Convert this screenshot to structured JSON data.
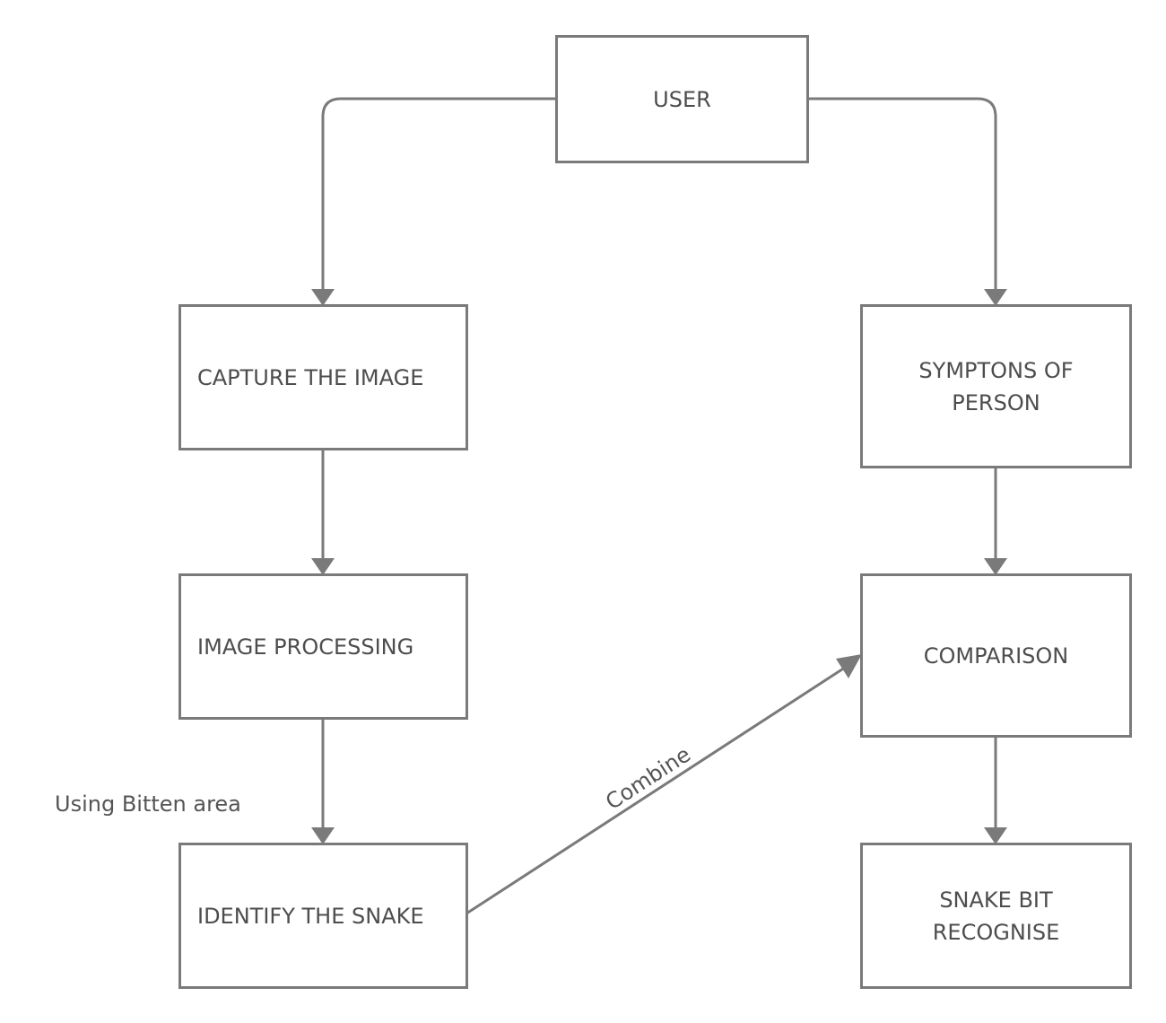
{
  "diagram": {
    "nodes": {
      "user": "USER",
      "capture": "CAPTURE THE IMAGE",
      "processing": "IMAGE PROCESSING",
      "identify": "IDENTIFY THE SNAKE",
      "symptoms": "SYMPTONS OF\n PERSON",
      "comparison": "COMPARISON",
      "recognise": "SNAKE BIT\nRECOGNISE"
    },
    "labels": {
      "bitten_area": "Using Bitten area",
      "combine": "Combine"
    },
    "edges": [
      {
        "from": "USER",
        "to": "CAPTURE THE IMAGE"
      },
      {
        "from": "USER",
        "to": "SYMPTONS OF PERSON"
      },
      {
        "from": "CAPTURE THE IMAGE",
        "to": "IMAGE PROCESSING"
      },
      {
        "from": "IMAGE PROCESSING",
        "to": "IDENTIFY THE SNAKE"
      },
      {
        "from": "IDENTIFY THE SNAKE",
        "to": "COMPARISON"
      },
      {
        "from": "SYMPTONS OF PERSON",
        "to": "COMPARISON"
      },
      {
        "from": "COMPARISON",
        "to": "SNAKE BIT RECOGNISE"
      }
    ],
    "colors": {
      "stroke": "#7a7a7a",
      "text": "#4d4d4d"
    }
  }
}
